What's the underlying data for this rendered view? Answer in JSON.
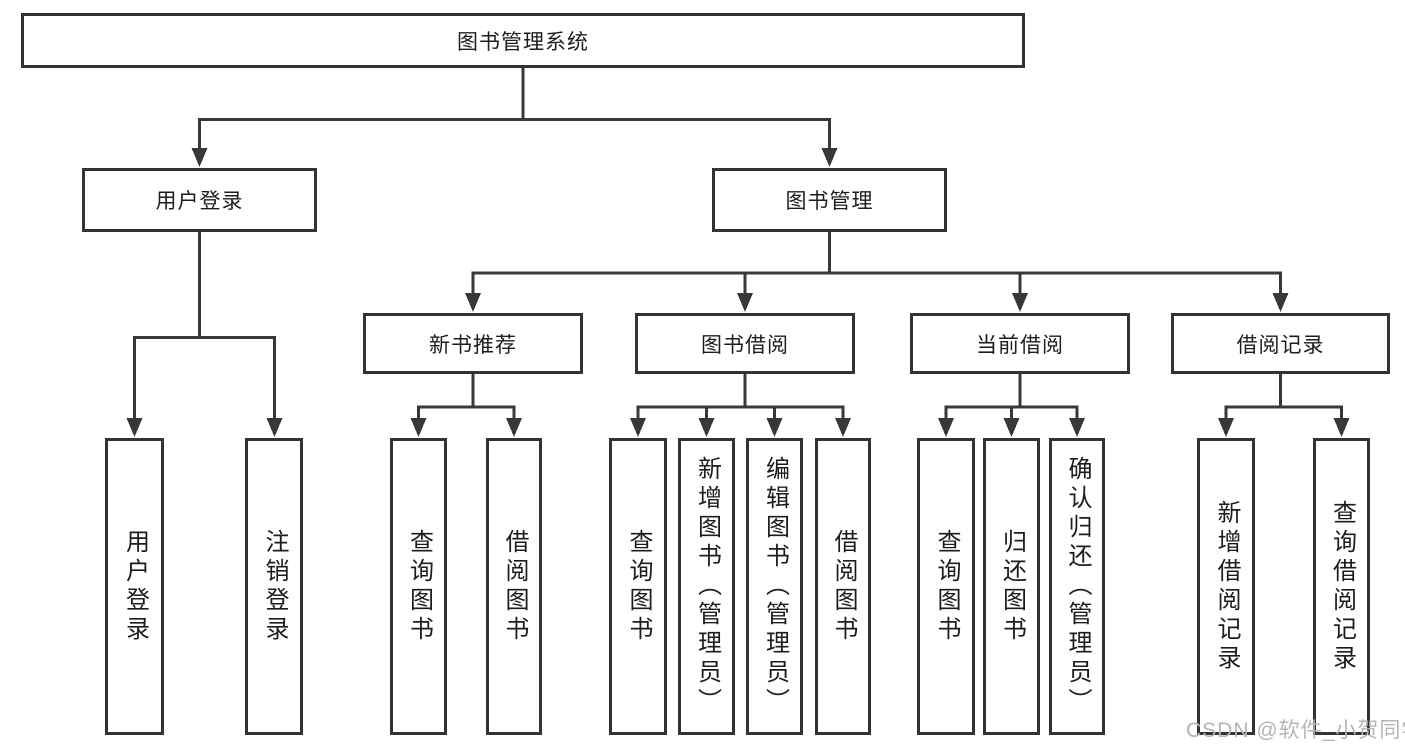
{
  "diagram": {
    "root": {
      "label": "图书管理系统"
    },
    "branches": [
      {
        "label": "用户登录",
        "children": [
          {
            "label": "用户登录"
          },
          {
            "label": "注销登录"
          }
        ]
      },
      {
        "label": "图书管理",
        "groups": [
          {
            "label": "新书推荐",
            "children": [
              {
                "label": "查询图书"
              },
              {
                "label": "借阅图书"
              }
            ]
          },
          {
            "label": "图书借阅",
            "children": [
              {
                "label": "查询图书"
              },
              {
                "label": "新增图书（管理员）"
              },
              {
                "label": "编辑图书（管理员）"
              },
              {
                "label": "借阅图书"
              }
            ]
          },
          {
            "label": "当前借阅",
            "children": [
              {
                "label": "查询图书"
              },
              {
                "label": "归还图书"
              },
              {
                "label": "确认归还（管理员）"
              }
            ]
          },
          {
            "label": "借阅记录",
            "children": [
              {
                "label": "新增借阅记录"
              },
              {
                "label": "查询借阅记录"
              }
            ]
          }
        ]
      }
    ]
  },
  "watermark": {
    "text": "CSDN @软件_小贺同学"
  },
  "colors": {
    "line": "#383838",
    "box_border": "#333333",
    "text": "#1d1d1d",
    "watermark": "#b5b5b5",
    "background": "#ffffff"
  }
}
